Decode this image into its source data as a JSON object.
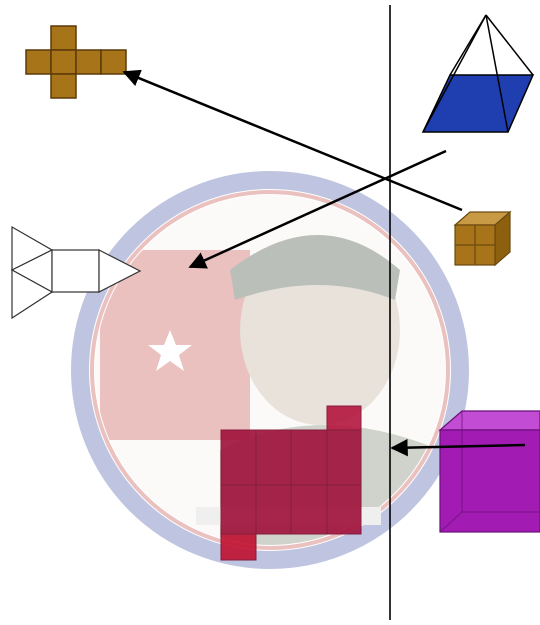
{
  "watermark": {
    "banner_text": "",
    "emblem": "royal-portrait-seal"
  },
  "pairs": [
    {
      "solid": "cube",
      "net": "cross-net"
    },
    {
      "solid": "pyramid",
      "net": "triangle-square-net"
    },
    {
      "solid": "cuboid",
      "net": "cuboid-net"
    }
  ],
  "colors": {
    "cube": "#a8741a",
    "pyramid": "#1f3fb0",
    "cuboid": "#a21cb4",
    "cuboid_net": "#a0103a",
    "seal_ring": "#3a4fa0",
    "seal_red": "#c0403a"
  }
}
